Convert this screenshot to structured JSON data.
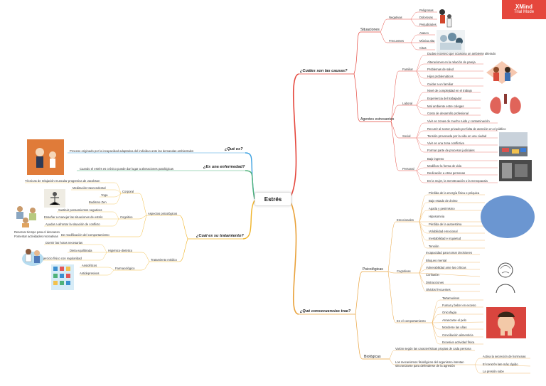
{
  "center": "Estrés",
  "badge": {
    "brand": "XMind",
    "mode": "Trial Mode"
  },
  "colors": {
    "causes": "#e5473d",
    "consequences": "#e9a23b",
    "que_es": "#3aa0e0",
    "enfermedad": "#4fb27a",
    "tratamiento": "#f0b429",
    "bubble": "#6b96d1"
  },
  "right": {
    "causas": {
      "label": "¿Cuáles son las causas?",
      "situaciones": {
        "label": "Situaciones",
        "negativas": {
          "label": "Negativas",
          "items": [
            "Peligrosas",
            "Dolorosas",
            "Perjudiciales"
          ]
        },
        "frecuentes": {
          "label": "Frecuentes",
          "items": [
            "Atasco",
            "Música alta",
            "Citas"
          ]
        }
      },
      "agentes": {
        "label": "Agentes estresantes",
        "familiar": {
          "label": "Familiar",
          "items": [
            "Dudas excesivo que ocasiona un ambiente alterado",
            "Alteraciones en la relación de pareja",
            "Problemas de salud",
            "Hijos problemáticos",
            "Cuidar a un familiar"
          ]
        },
        "laboral": {
          "label": "Laboral",
          "items": [
            "Nivel de complejidad en el trabajo",
            "Experiencia del trabajador",
            "Mal ambiente entre colegas",
            "Costo de desarrollo profesional"
          ]
        },
        "social": {
          "label": "Social",
          "items": [
            "Vivir en zonas de mucho ruido y contaminación",
            "Recurrir al sector privado por falta de atención en el público",
            "Tensión provocada por la vida en una ciudad",
            "Vivir en una zona conflictiva",
            "Formar parte de procesos judiciales"
          ]
        },
        "personal": {
          "label": "Personal",
          "items": [
            "Bajo ingreso",
            "Modificar la forma de vida",
            "Dedicación a otras personas",
            "En la mujer, la menstruación o la menopausia"
          ]
        }
      }
    },
    "consecuencias": {
      "label": "¿Qué consecuencias trae?",
      "psicologicas": {
        "label": "Psicológicas",
        "emocionales": {
          "label": "Emocionales",
          "items": [
            "Pérdida de la energía física o psíquica",
            "Bajo estado de ánimo",
            "Apatía y pesimismo",
            "Hiposomnia",
            "Pérdida de la autoestima",
            "Volubilidad emocional",
            "Inestabilidad e inquietud",
            "Tensión"
          ]
        },
        "cognitivas": {
          "label": "Cognitivas",
          "items": [
            "Incapacidad para tomar decisiones",
            "Bloqueo mental",
            "Vulnerabilidad ante las críticas",
            "Confusión",
            "Distracciones",
            "Olvidos frecuentes"
          ]
        },
        "comportamiento": {
          "label": "En el comportamiento",
          "items": [
            "Tartamudeos",
            "Fumar y beber en exceso",
            "Onicofagia",
            "Arrancarse el pelo",
            "Morderse las uñas",
            "Conciliación alimenticia",
            "Excesiva actividad física"
          ]
        }
      },
      "biologicas": {
        "label": "Biológicas",
        "items": [
          "Varían según las características propias de cada persona",
          "Los mecanismos fisiológicos del organismo intentan sincronizarse para defenderse de la agresión"
        ],
        "sub": [
          "Activa la secreción de hormonas",
          "El corazón late más rápido",
          "La presión sube"
        ]
      }
    }
  },
  "left": {
    "que_es": {
      "label": "¿Qué es?",
      "text": "Proceso originado por la incapacidad adaptativa del individuo ante las demandas ambientales"
    },
    "enfermedad": {
      "label": "¿Es una enfermedad?",
      "text": "Cuando el estrés es crónico puede dar lugar a alteraciones patológicas"
    },
    "tratamiento": {
      "label": "¿Cuál es su tratamiento?",
      "psicologicos": {
        "label": "Aspectos psicológicos",
        "corporal": {
          "label": "Corporal",
          "items": [
            "Técnicas de relajación muscular progresiva de Jacobson",
            "Meditación trascendental",
            "Yoga",
            "Budismo Zen"
          ]
        },
        "cognitivo": {
          "label": "Cognitivo",
          "items": [
            "Sustituir pensamientos negativos",
            "Enseñar a manejar las situaciones de estrés",
            "Ayudar a afrontar la situación de conflicto"
          ]
        },
        "modificacion": {
          "label": "De modificación del comportamiento",
          "items": [
            "Reservar tiempo para el descanso",
            "Fomentar actividades recreativas"
          ]
        }
      },
      "medico": {
        "label": "Tratamiento médico",
        "higienico": {
          "label": "Higiénico-dietético",
          "items": [
            "Dormir las horas necesarias",
            "Dieta equilibrada",
            "Ejercicio físico con regularidad"
          ]
        },
        "farmacologico": {
          "label": "Farmacológico",
          "items": [
            "Ansiolíticos",
            "Antidepresivos"
          ]
        }
      }
    }
  },
  "icons": [
    "cartoon-figures-icon",
    "crowd-sketch-icon",
    "family-quarrel-icon",
    "lungs-icon",
    "traffic-scene-icon",
    "bw-photo-icon",
    "boss-yelling-icon",
    "yoga-figure-icon",
    "meditating-people-icon",
    "doctor-patient-icon",
    "pills-icon",
    "head-sketch-icon",
    "stressed-woman-icon"
  ]
}
